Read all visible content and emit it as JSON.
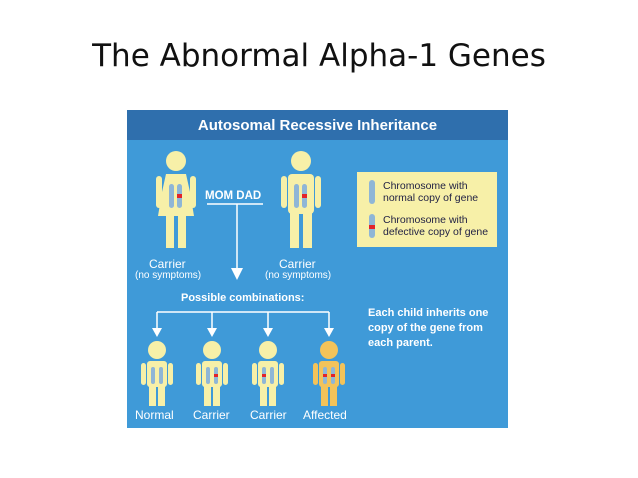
{
  "slide": {
    "title": "The Abnormal Alpha-1 Genes"
  },
  "diagram": {
    "banner": "Autosomal Recessive Inheritance",
    "colors": {
      "panel": "#3f9ad8",
      "banner": "#2f6fad",
      "figure": "#f7f0a8",
      "affected": "#f3c35a",
      "chromosome": "#8fb6d6",
      "defect": "#e2232a",
      "legend": "#f7f0a8"
    },
    "parents_label": "MOM  DAD",
    "parents": [
      {
        "status": "Carrier",
        "note": "(no symptoms)"
      },
      {
        "status": "Carrier",
        "note": "(no symptoms)"
      }
    ],
    "legend": {
      "normal": "Chromosome with normal copy of gene",
      "defective": "Chromosome with defective copy of gene"
    },
    "combinations_label": "Possible combinations:",
    "explanation": "Each child inherits one copy of the gene from each parent.",
    "children": [
      "Normal",
      "Carrier",
      "Carrier",
      "Affected"
    ]
  }
}
